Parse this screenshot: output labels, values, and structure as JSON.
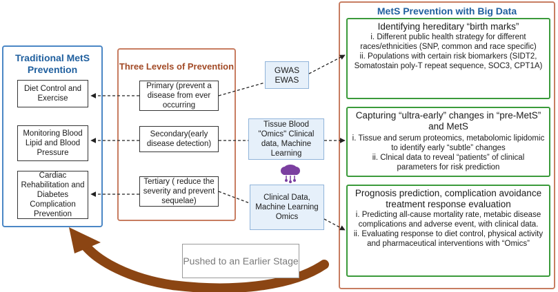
{
  "traditional": {
    "title": "Traditional MetS Prevention",
    "items": [
      "Diet Control  and Exercise",
      "Monitoring Blood Lipid and Blood Pressure",
      "Cardiac Rehabilitation and Diabetes Complication Prevention"
    ]
  },
  "levels": {
    "title": "Three Levels of Prevention",
    "items": [
      "Primary (prevent a disease from ever occurring",
      "Secondary(early disease detection)",
      "Tertiary ( reduce the severity and prevent sequelae)"
    ]
  },
  "tools": {
    "gwas": "GWAS EWAS",
    "omics": "Tissue Blood \"Omics\" Clinical data, Machine Learning",
    "clinical": "Clinical Data, Machine Learning Omics"
  },
  "bigdata": {
    "title": "MetS Prevention with Big Data",
    "sections": [
      {
        "heading": "Identifying hereditary “birth marks”",
        "lines": [
          "i. Different public health strategy for different races/ethnicities (SNP, common and race specific)",
          "ii. Populations with certain risk biomarkers (SIDT2, Somatostain poly-T repeat sequence, SOC3, CPT1A)"
        ]
      },
      {
        "heading": "Capturing “ultra-early” changes in “pre-MetS” and MetS",
        "lines": [
          "i.  Tissue and serum proteomics, metabolomic lipidomic to identify early “subtle” changes",
          "ii. Clnical data to reveal “patients” of clinical parameters for risk prediction"
        ]
      },
      {
        "heading": "Prognosis prediction, complication avoidance treatment response evaluation",
        "lines": [
          "i. Predicting all-cause mortality rate, metabic disease complications and adverse event, with clinical data.",
          "ii. Evaluating response to diet control, physical activity and pharmaceutical interventions with “Omics”"
        ]
      }
    ]
  },
  "pushed": "Pushed to an Earlier Stage",
  "colors": {
    "blue": "#4a86c5",
    "brown": "#c77c60",
    "green": "#3a9a3a",
    "arrow": "#8b4513",
    "cloud": "#7b3fa0"
  },
  "icons": [
    "cloud-computing-icon"
  ]
}
